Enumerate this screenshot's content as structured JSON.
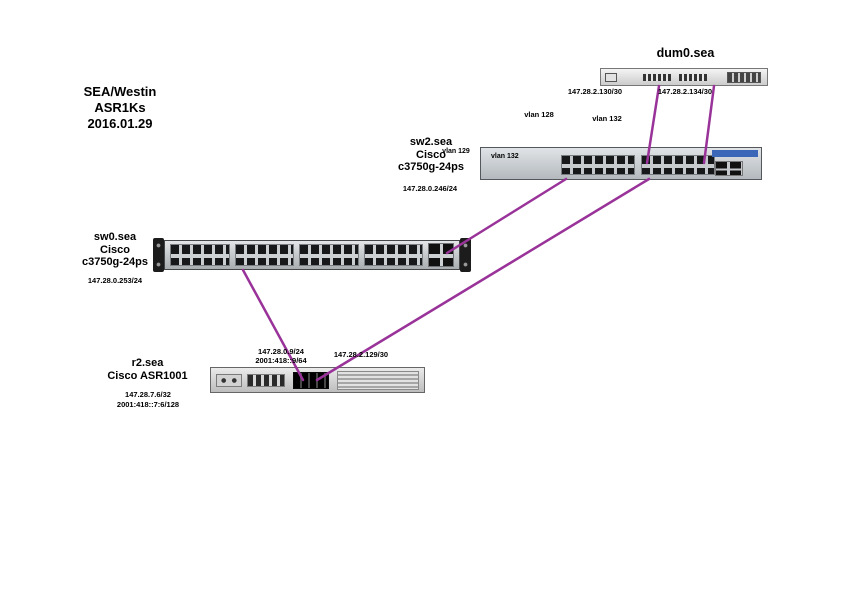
{
  "colors": {
    "link": "#993399"
  },
  "title": {
    "line1": "SEA/Westin",
    "line2": "ASR1Ks",
    "line3": "2016.01.29"
  },
  "devices": {
    "dum0": {
      "name": "dum0.sea",
      "ip_left": "147.28.2.130/30",
      "ip_right": "147.28.2.134/30"
    },
    "sw2": {
      "name": "sw2.sea",
      "vendor": "Cisco",
      "model": "c3750g-24ps",
      "ip": "147.28.0.246/24",
      "vlan_on_link": "vlan 129",
      "vlan_on_chassis": "vlan 132"
    },
    "sw0": {
      "name": "sw0.sea",
      "vendor": "Cisco",
      "model": "c3750g-24ps",
      "ip": "147.28.0.253/24"
    },
    "r2": {
      "name": "r2.sea",
      "model": "Cisco ASR1001",
      "ip1": "147.28.7.6/32",
      "ip2": "2001:418::7:6/128",
      "if_ip1": "147.28.0.9/24",
      "if_ip2": "2001:418::9/64",
      "if_ip3": "147.28.2.129/30"
    }
  },
  "vlan_labels": {
    "vlan128": "vlan 128",
    "vlan132": "vlan 132"
  },
  "links": [
    {
      "from": "dum0.sea",
      "to": "sw2.sea"
    },
    {
      "from": "dum0.sea",
      "to": "sw2.sea"
    },
    {
      "from": "sw2.sea",
      "to": "sw0.sea"
    },
    {
      "from": "sw2.sea",
      "to": "r2.sea"
    },
    {
      "from": "sw0.sea",
      "to": "r2.sea"
    }
  ]
}
